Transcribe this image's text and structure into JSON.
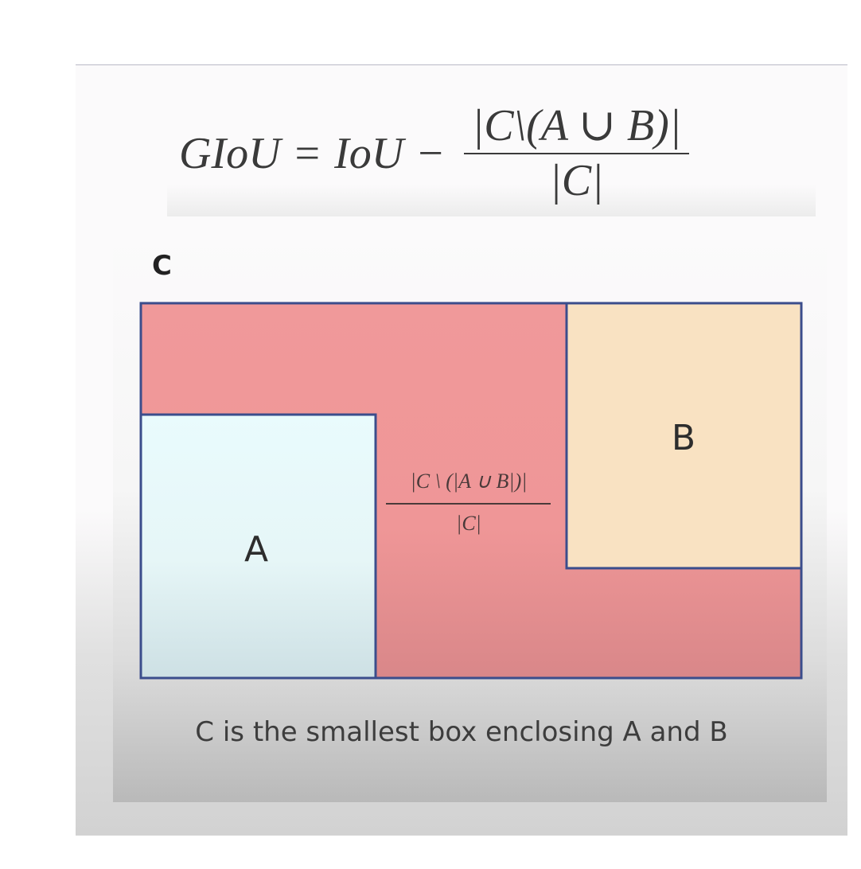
{
  "formula": {
    "lhs": "GIoU",
    "eq": "=",
    "iou": "IoU",
    "minus": "−",
    "numerator": "|C\\(A ∪ B)|",
    "denominator": "|C|"
  },
  "diagram": {
    "c_label": "C",
    "box_a_label": "A",
    "box_b_label": "B",
    "inner_numerator": "|C \\ (|A ∪ B|)|",
    "inner_denominator": "|C|",
    "colors": {
      "box_c_fill": "#f0989a",
      "box_a_fill": "#e8fbfc",
      "box_b_fill": "#f9e2c2",
      "border": "#3b4d8c"
    }
  },
  "caption": "C is the smallest box enclosing A and B"
}
